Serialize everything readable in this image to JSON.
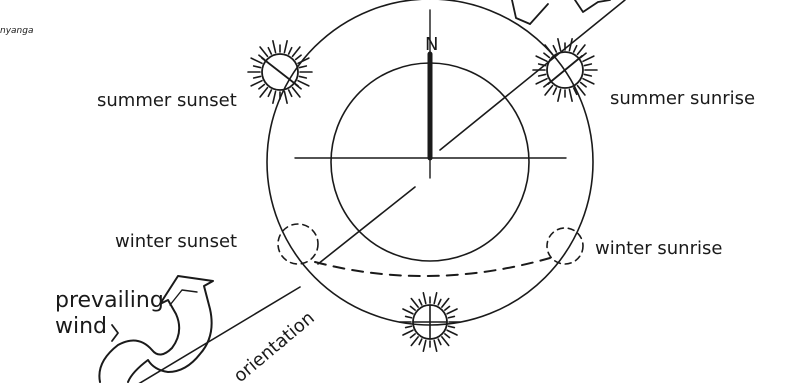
{
  "corner_text": "nyanga",
  "north_label": "N",
  "labels": {
    "summer_sunset": "summer sunset",
    "summer_sunrise": "summer sunrise",
    "winter_sunset": "winter sunset",
    "winter_sunrise": "winter sunrise",
    "prevailing": "prevailing",
    "wind": "wind",
    "orientation": "orientation"
  },
  "colors": {
    "ink": "#1a1a1a",
    "background": "#ffffff"
  }
}
